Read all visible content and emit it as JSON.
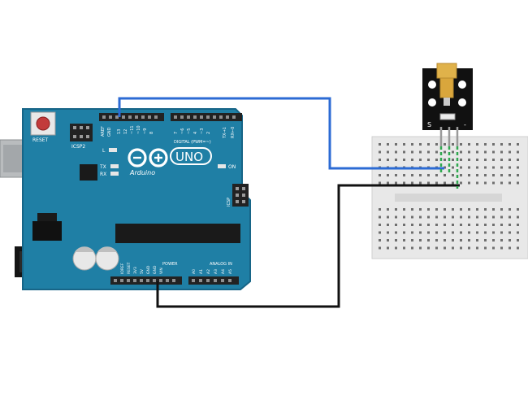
{
  "board": {
    "logo_text": "Arduino",
    "model": "UNO",
    "reset_label": "RESET",
    "icsp_label": "ICSP2",
    "icsp_label_right": "ICSP",
    "led_l": "L",
    "led_tx": "TX",
    "led_rx": "RX",
    "on_label": "ON",
    "digital_header": "DIGITAL (PWM=~)",
    "aref_label": "AREF",
    "gnd_label": "GND",
    "power_header": "POWER",
    "analog_header": "ANALOG IN",
    "power_pins": [
      "IOREF",
      "RESET",
      "3V3",
      "5V",
      "GND",
      "GND",
      "VIN"
    ],
    "analog_pins": [
      "A0",
      "A1",
      "A2",
      "A3",
      "A4",
      "A5"
    ],
    "digital_pins": [
      "13",
      "12",
      "~11",
      "~10",
      "~9",
      "8",
      "7",
      "~6",
      "~5",
      "4",
      "~3",
      "2",
      "TX→1",
      "RX←0"
    ]
  },
  "module": {
    "pin_s": "S",
    "pin_minus": "-"
  },
  "colors": {
    "board": "#1f7fa5",
    "board_edge": "#176587",
    "wire_signal": "#2c6bd4",
    "wire_ground": "#111111",
    "breadboard": "#e8e8e8",
    "module_pcb": "#111111",
    "laser": "#e0b24a",
    "jumper": "#2fa84f"
  }
}
